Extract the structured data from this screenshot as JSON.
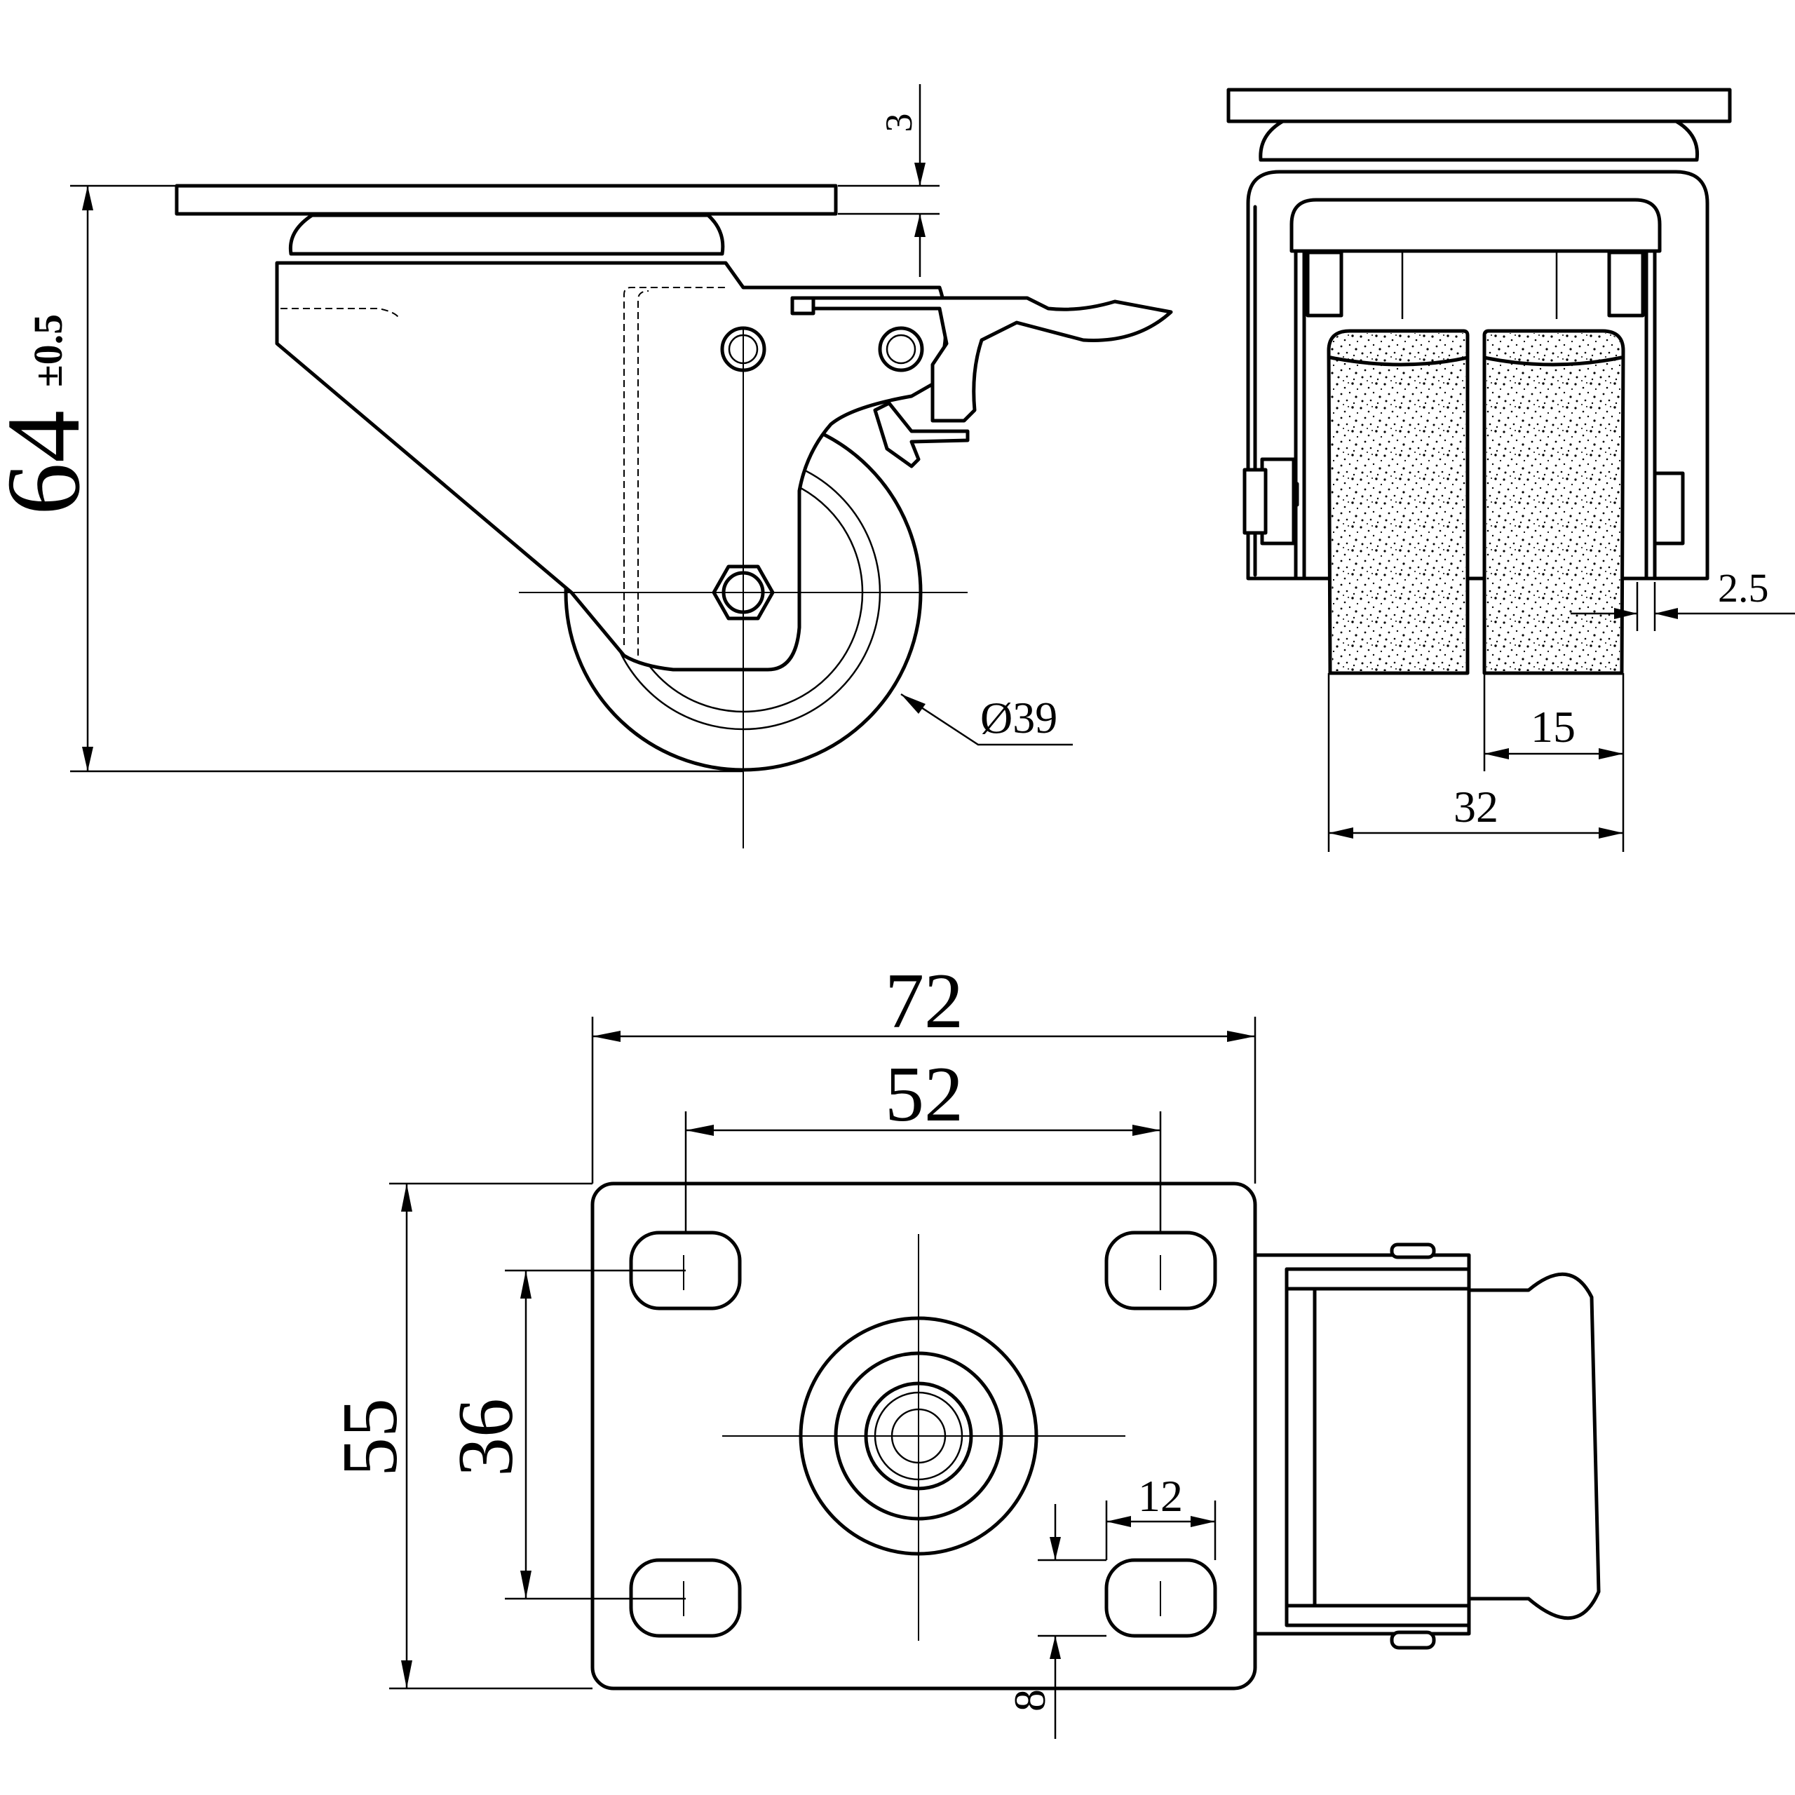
{
  "drawing": {
    "dimensions": {
      "plate_thickness": "3",
      "height_main": "64",
      "height_tolerance": "±0.5",
      "wheel_diameter": "Ø39",
      "wheel_offset": "2.5",
      "single_tread_width": "15",
      "total_wheel_width": "32",
      "plate_length": "72",
      "hole_spacing_length": "52",
      "plate_width": "55",
      "hole_spacing_width": "36",
      "slot_length": "12",
      "slot_width": "8"
    }
  }
}
